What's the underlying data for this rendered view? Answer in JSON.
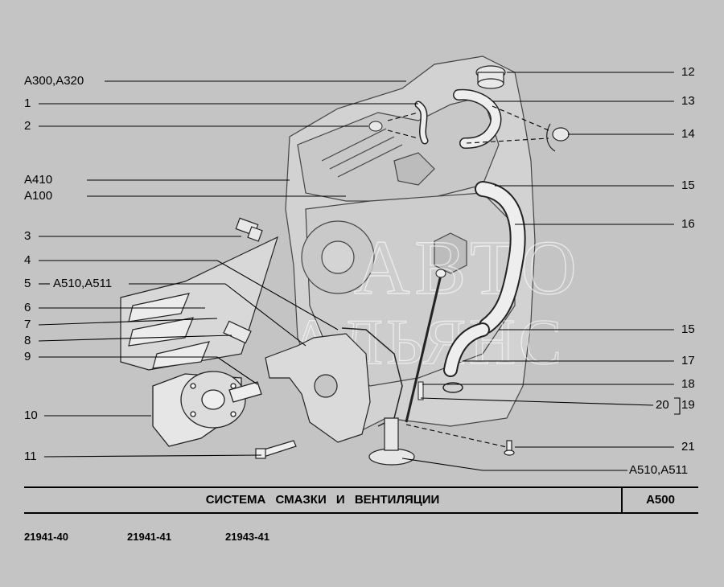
{
  "watermark": {
    "line1": "АВТО",
    "line2": "АЛЬЯНС"
  },
  "callouts_left": [
    "A300,A320",
    "1",
    "2",
    "A410",
    "A100",
    "3",
    "4",
    "5",
    "A510,A511",
    "6",
    "7",
    "8",
    "9",
    "10",
    "11"
  ],
  "callouts_right": [
    "12",
    "13",
    "14",
    "15",
    "16",
    "15",
    "17",
    "18",
    "20",
    "19",
    "21",
    "A510,A511"
  ],
  "footer": {
    "title": "СИСТЕМА СМАЗКИ И ВЕНТИЛЯЦИИ",
    "code": "A500"
  },
  "models": [
    "21941-40",
    "21941-41",
    "21943-41"
  ],
  "colors": {
    "background": "#c4c4c4",
    "line": "#000000",
    "engine_fill": "#d6d6d6"
  }
}
